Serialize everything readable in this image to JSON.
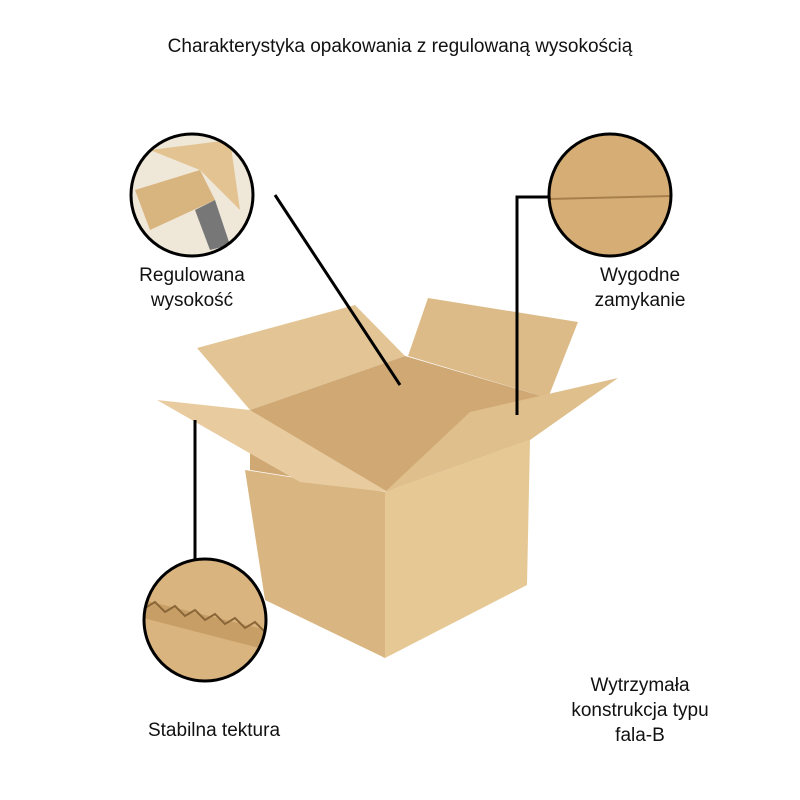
{
  "title": "Charakterystyka opakowania z regulowaną wysokością",
  "features": [
    {
      "line1": "Regulowana",
      "line2": "wysokość"
    },
    {
      "line1": "Wygodne",
      "line2": "zamykanie"
    },
    {
      "line1": "Stabilna tektura"
    },
    {
      "line1": "Wytrzymała",
      "line2": "konstrukcja typu",
      "line3": "fala-B"
    }
  ],
  "colors": {
    "cardboard": "#dcb987",
    "cardboard_dark": "#c9a26c",
    "cardboard_light": "#e8cca0",
    "line": "#000000"
  }
}
